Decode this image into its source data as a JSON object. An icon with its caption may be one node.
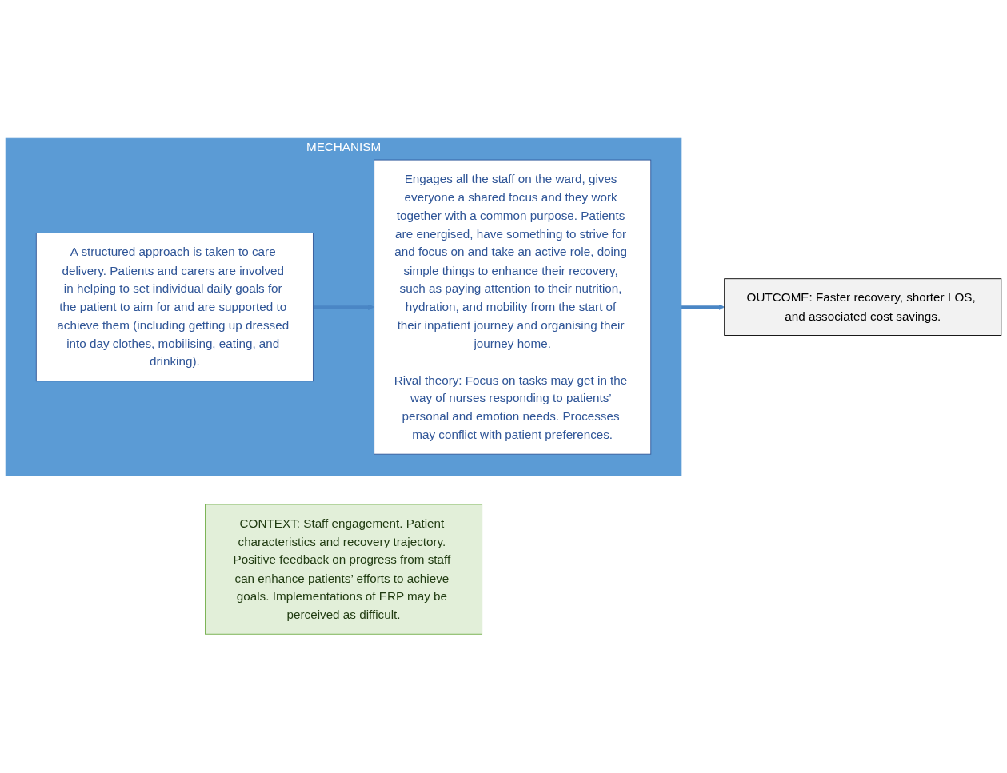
{
  "diagram": {
    "nodes": [
      {
        "text": [
          "MECHANISM"
        ]
      },
      {
        "text": [
          "A structured approach is taken to care delivery. Patients and carers are involved in helping to set individual daily goals for the patient to aim for and are supported to achieve them (including getting up dressed into day clothes, mobilising, eating, and drinking)."
        ],
        "in": 0
      },
      {
        "text": [
          "Engages all the staff on the ward, gives everyone a shared focus and they work together with a common purpose. Patients are energised, have something to strive for and focus on and take an active role, doing simple things to enhance their recovery, such as paying attention to their nutrition, hydration, and mobility from the start of their inpatient journey and organising their journey home.",
          "Rival theory: Focus on tasks may get in the way of nurses responding to patients’ personal and emotion needs. Processes may conflict with patient preferences."
        ],
        "in": 0
      },
      {
        "text": [
          "OUTCOME: Faster recovery, shorter LOS, and associated cost savings."
        ]
      },
      {
        "text": [
          "CONTEXT: Staff engagement. Patient characteristics and recovery trajectory. Positive feedback on progress from staff can enhance patients’ efforts to achieve goals. Implementations of ERP may be perceived as difficult."
        ]
      }
    ],
    "edges": [
      {
        "from": 0,
        "to": 3,
        "arrow": "to"
      },
      {
        "from": 1,
        "to": 2,
        "arrow": "to"
      }
    ]
  }
}
